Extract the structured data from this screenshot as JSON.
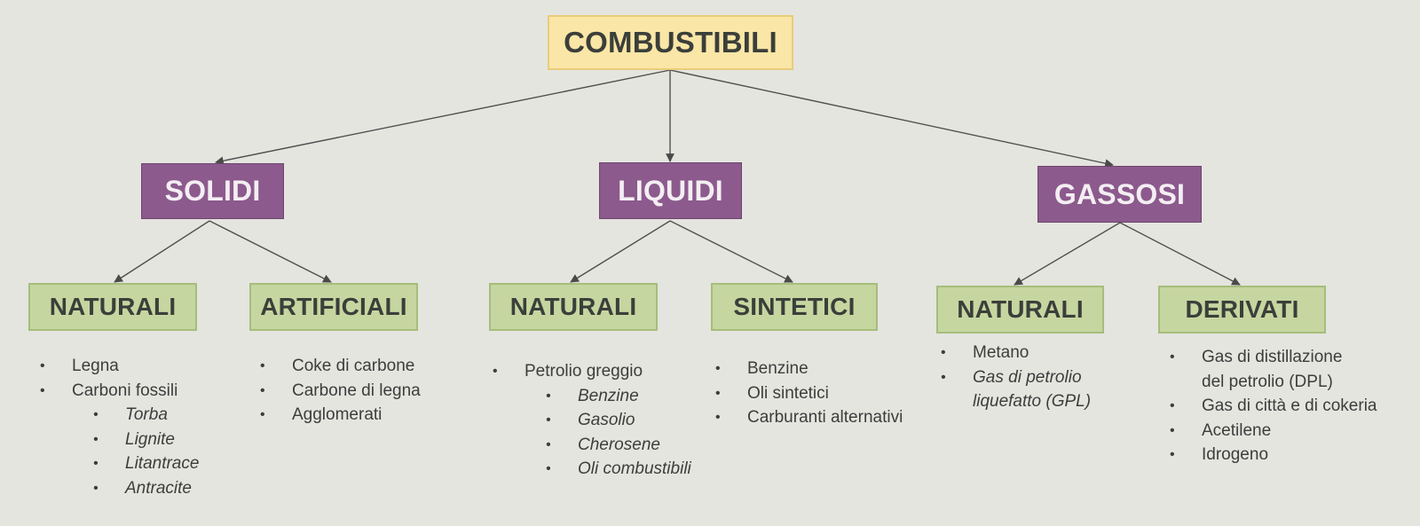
{
  "root": {
    "label": "COMBUSTIBILI"
  },
  "categories": [
    {
      "label": "SOLIDI",
      "subs": [
        {
          "label": "NATURALI",
          "items": [
            {
              "text": "Legna",
              "italic": false,
              "level": 0
            },
            {
              "text": "Carboni fossili",
              "italic": false,
              "level": 0
            },
            {
              "text": "Torba",
              "italic": true,
              "level": 1
            },
            {
              "text": "Lignite",
              "italic": true,
              "level": 1
            },
            {
              "text": "Litantrace",
              "italic": true,
              "level": 1
            },
            {
              "text": "Antracite",
              "italic": true,
              "level": 1
            }
          ]
        },
        {
          "label": "ARTIFICIALI",
          "items": [
            {
              "text": "Coke di carbone",
              "italic": false,
              "level": 0
            },
            {
              "text": "Carbone di legna",
              "italic": false,
              "level": 0
            },
            {
              "text": "Agglomerati",
              "italic": false,
              "level": 0
            }
          ]
        }
      ]
    },
    {
      "label": "LIQUIDI",
      "subs": [
        {
          "label": "NATURALI",
          "items": [
            {
              "text": "Petrolio greggio",
              "italic": false,
              "level": 0
            },
            {
              "text": "Benzine",
              "italic": true,
              "level": 1
            },
            {
              "text": "Gasolio",
              "italic": true,
              "level": 1
            },
            {
              "text": "Cherosene",
              "italic": true,
              "level": 1
            },
            {
              "text": "Oli combustibili",
              "italic": true,
              "level": 1
            }
          ]
        },
        {
          "label": "SINTETICI",
          "items": [
            {
              "text": "Benzine",
              "italic": false,
              "level": 0
            },
            {
              "text": "Oli sintetici",
              "italic": false,
              "level": 0
            },
            {
              "text": "Carburanti alternativi",
              "italic": false,
              "level": 0
            }
          ]
        }
      ]
    },
    {
      "label": "GASSOSI",
      "subs": [
        {
          "label": "NATURALI",
          "items": [
            {
              "text": "Metano",
              "italic": false,
              "level": 0
            },
            {
              "text": "Gas di petrolio",
              "italic": true,
              "level": 0
            },
            {
              "text": "liquefatto (GPL)",
              "italic": true,
              "level": 0,
              "continuation": true
            }
          ]
        },
        {
          "label": "DERIVATI",
          "items": [
            {
              "text": "Gas di distillazione",
              "italic": false,
              "level": 0
            },
            {
              "text": " del petrolio (DPL)",
              "italic": false,
              "level": 0,
              "continuation": true
            },
            {
              "text": "Gas di città e di cokeria",
              "italic": false,
              "level": 0
            },
            {
              "text": "Acetilene",
              "italic": false,
              "level": 0
            },
            {
              "text": "Idrogeno",
              "italic": false,
              "level": 0
            }
          ]
        }
      ]
    }
  ]
}
